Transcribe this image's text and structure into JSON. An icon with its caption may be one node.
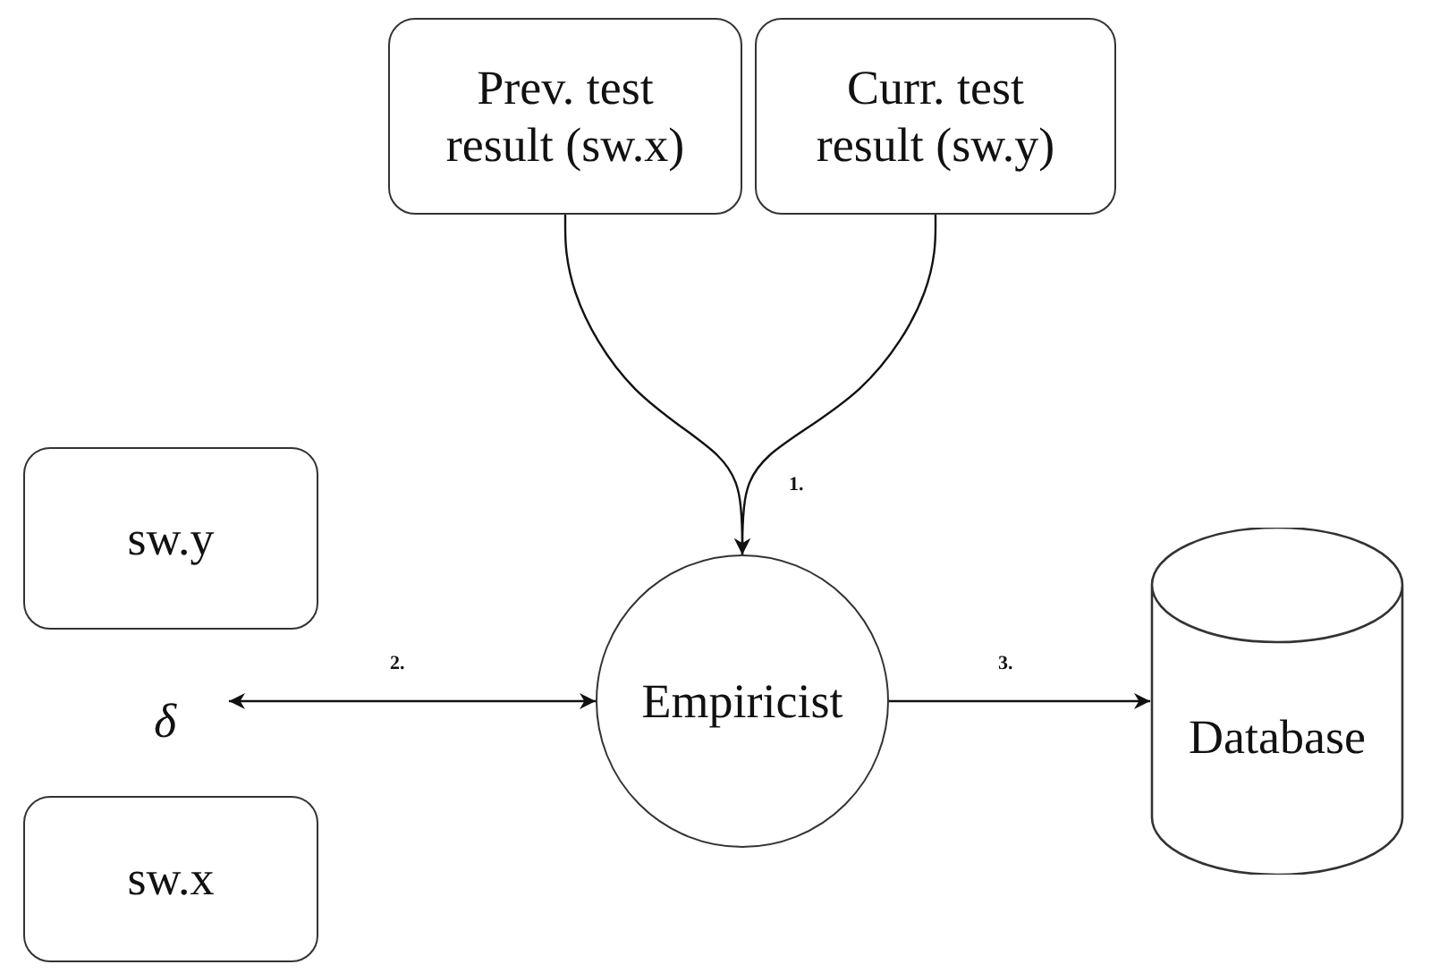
{
  "diagram": {
    "nodes": [
      {
        "text": [
          "Prev. test result (sw.x)"
        ]
      },
      {
        "text": [
          "Curr. test result (sw.y)"
        ]
      },
      {
        "text": [
          "sw.y"
        ]
      },
      {
        "text": [
          "δ"
        ]
      },
      {
        "text": [
          "sw.x"
        ]
      },
      {
        "text": [
          "Empiricist"
        ]
      },
      {
        "text": [
          "Database"
        ]
      }
    ],
    "edges": [
      {
        "from": 0,
        "to": 5,
        "arrow": "to",
        "label": "1."
      },
      {
        "from": 1,
        "to": 5,
        "arrow": "to"
      },
      {
        "from": 3,
        "to": 5,
        "arrow": "both",
        "label": "2."
      },
      {
        "from": 5,
        "to": 6,
        "arrow": "to",
        "label": "3."
      }
    ]
  }
}
